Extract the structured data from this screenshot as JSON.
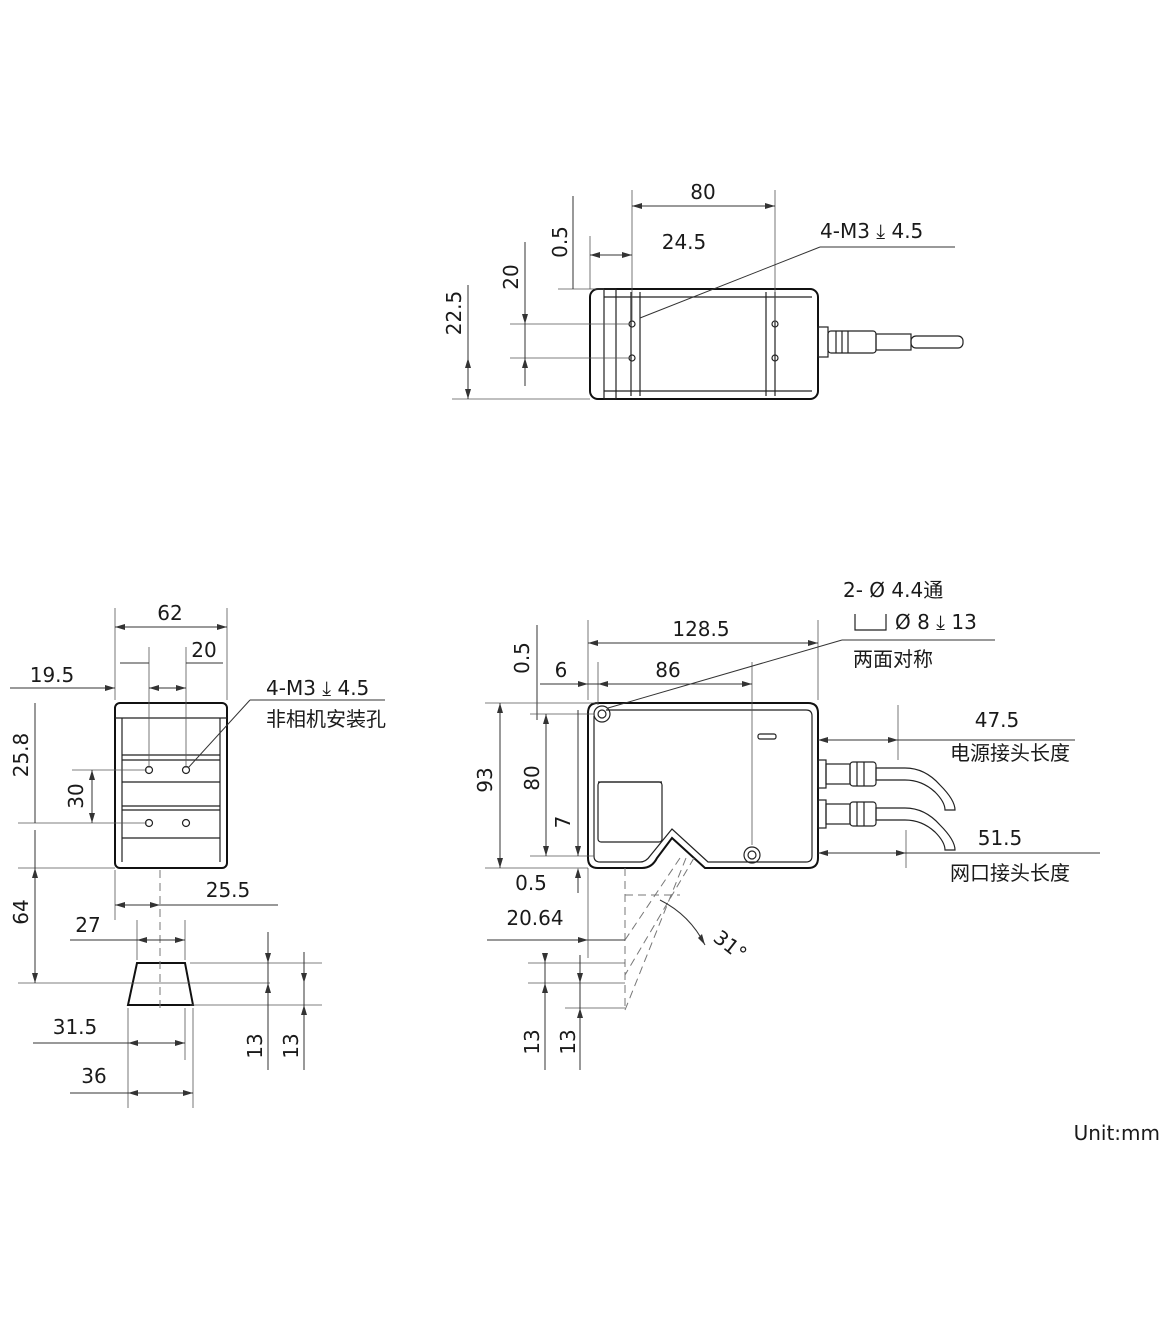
{
  "top_view": {
    "dims": {
      "width_80": "80",
      "offset_24_5": "24.5",
      "v_0_5": "0.5",
      "v_20": "20",
      "v_22_5": "22.5"
    },
    "callout": "4-M3 ⤓ 4.5"
  },
  "front_view": {
    "dims": {
      "w_62": "62",
      "w_20": "20",
      "h_19_5": "19.5",
      "h_25_8": "25.8",
      "h_30": "30",
      "h_64": "64",
      "w_25_5": "25.5",
      "w_27": "27",
      "w_31_5": "31.5",
      "w_36": "36",
      "h_13a": "13",
      "h_13b": "13"
    },
    "callout_line1": "4-M3 ⤓ 4.5",
    "callout_line2": "非相机安装孔"
  },
  "side_view": {
    "dims": {
      "w_128_5": "128.5",
      "w_86": "86",
      "w_6": "6",
      "v_0_5_top": "0.5",
      "h_93": "93",
      "h_80": "80",
      "h_7": "7",
      "v_0_5_bottom": "0.5",
      "w_20_64": "20.64",
      "angle_31": "31°",
      "h_13a": "13",
      "h_13b": "13",
      "l_47_5": "47.5",
      "l_51_5": "51.5"
    },
    "callout_line1": "2- Ø 4.4通",
    "callout_line2": "Ø 8 ⤓ 13",
    "callout_line3": "两面对称",
    "label_power": "电源接头长度",
    "label_network": "网口接头长度"
  },
  "unit_label": "Unit:mm"
}
